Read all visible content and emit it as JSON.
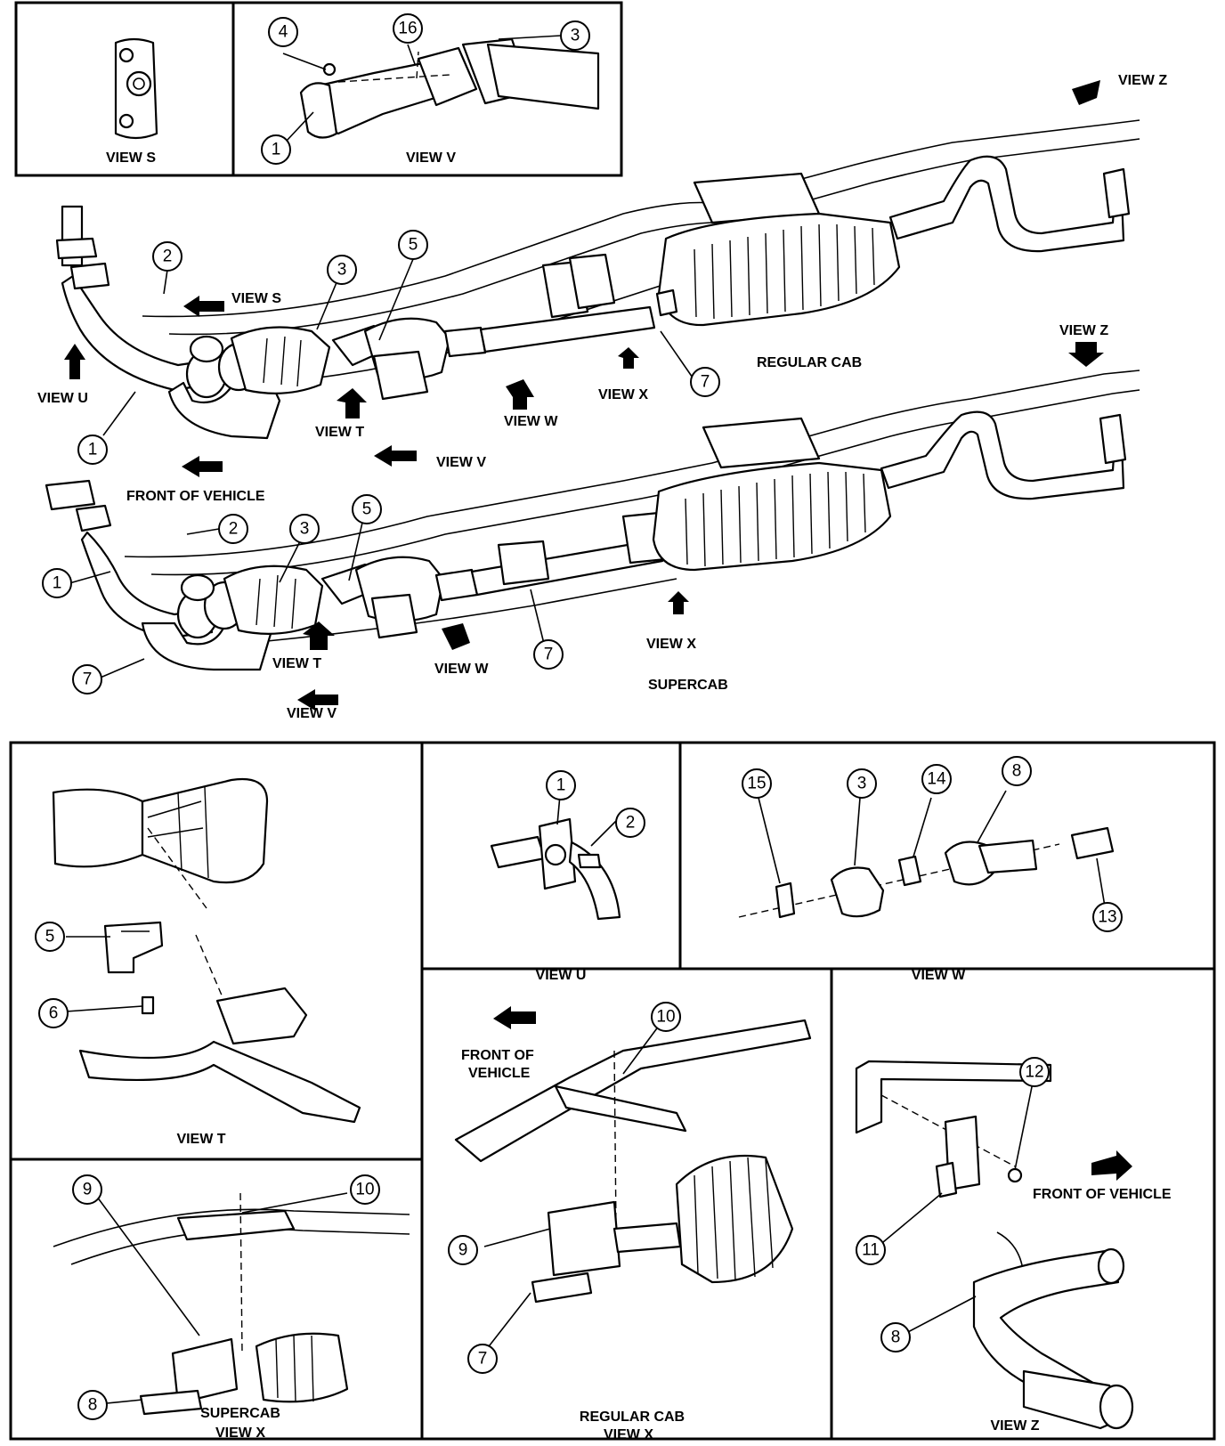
{
  "panels": {
    "view_s": "VIEW S",
    "view_v": "VIEW V",
    "view_t": "VIEW T",
    "view_u": "VIEW U",
    "view_w": "VIEW W",
    "view_x_supercab_1": "SUPERCAB",
    "view_x_supercab_2": "VIEW X",
    "view_x_regular_1": "REGULAR CAB",
    "view_x_regular_2": "VIEW X",
    "view_z": "VIEW Z"
  },
  "main": {
    "regular_cab": "REGULAR CAB",
    "supercab": "SUPERCAB",
    "front_of_vehicle": "FRONT OF VEHICLE",
    "view_s": "VIEW S",
    "view_u": "VIEW U",
    "view_t": "VIEW T",
    "view_v": "VIEW V",
    "view_w": "VIEW W",
    "view_x": "VIEW X",
    "view_z": "VIEW Z"
  },
  "callouts": {
    "front_vehicle_line1": "FRONT OF",
    "front_vehicle_line2": "VEHICLE",
    "front_of_vehicle": "FRONT OF VEHICLE"
  },
  "numbers": {
    "n1": "1",
    "n2": "2",
    "n3": "3",
    "n4": "4",
    "n5": "5",
    "n6": "6",
    "n7": "7",
    "n8": "8",
    "n9": "9",
    "n10": "10",
    "n11": "11",
    "n12": "12",
    "n13": "13",
    "n14": "14",
    "n15": "15",
    "n16": "16"
  }
}
